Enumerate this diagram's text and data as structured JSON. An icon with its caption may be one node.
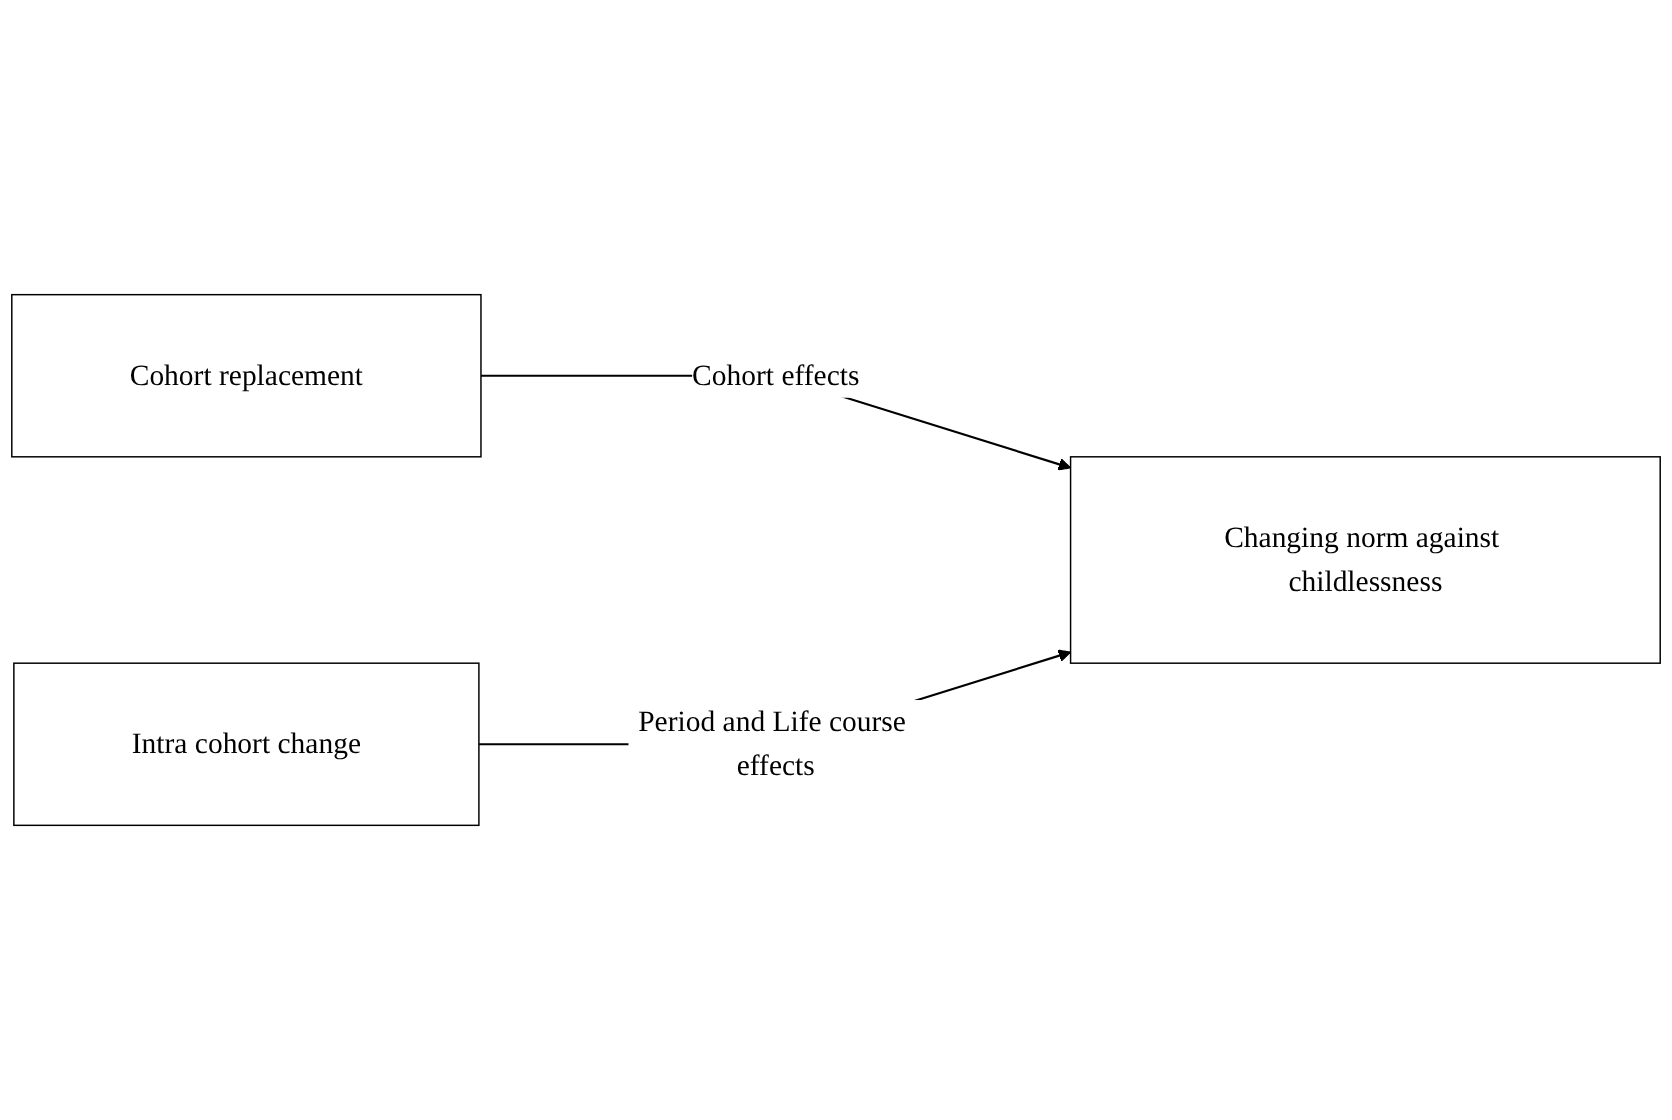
{
  "diagram": {
    "nodes": [
      {
        "text": [
          "Cohort replacement"
        ]
      },
      {
        "text": [
          "Intra cohort change"
        ]
      },
      {
        "text": [
          "Changing norm against childlessness"
        ]
      }
    ],
    "edges": [
      {
        "from": 0,
        "to": 2,
        "arrow": "to",
        "label": "Cohort effects"
      },
      {
        "from": 1,
        "to": 2,
        "arrow": "to",
        "label": "Period and Life course effects"
      }
    ]
  }
}
